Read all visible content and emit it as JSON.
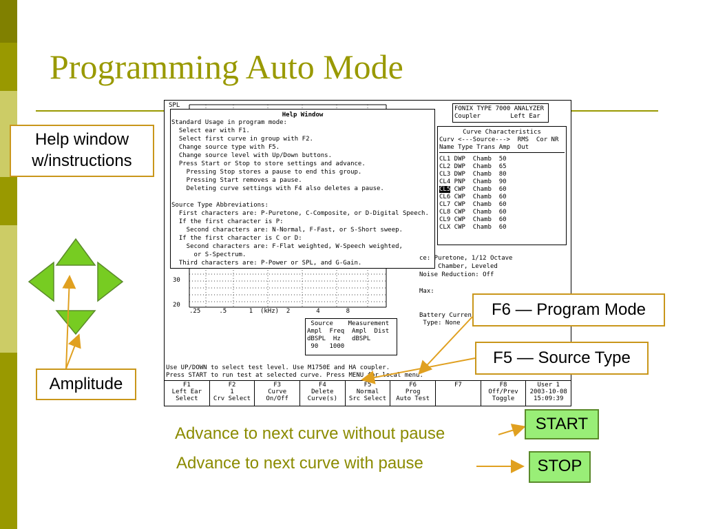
{
  "slide": {
    "title": "Programming Auto Mode",
    "bar_colors": [
      "#808000",
      "#999900",
      "#cccc66",
      "#999900",
      "#cccc66",
      "#999900"
    ]
  },
  "screen": {
    "spl_label": "SPL",
    "analyzer": {
      "line1": "FONIX TYPE 7000 ANALYZER",
      "line2": "Coupler        Left Ear"
    },
    "help": {
      "title": "Help Window",
      "lines": [
        "Standard Usage in program mode:",
        "  Select ear with F1.",
        "  Select first curve in group with F2.",
        "  Change source type with F5.",
        "  Change source level with Up/Down buttons.",
        "  Press Start or Stop to store settings and advance.",
        "    Pressing Stop stores a pause to end this group.",
        "    Pressing Start removes a pause.",
        "    Deleting curve settings with F4 also deletes a pause.",
        "",
        "Source Type Abbreviations:",
        "  First characters are: P-Puretone, C-Composite, or D-Digital Speech.",
        "  If the first character is P:",
        "    Second characters are: N-Normal, F-Fast, or S-Short sweep.",
        "  If the first character is C or D:",
        "    Second characters are: F-Flat weighted, W-Speech weighted,",
        "      or S-Spectrum.",
        "  Third characters are: P-Power or SPL, and G-Gain."
      ]
    },
    "curves": {
      "title": "Curve Characteristics",
      "head1": "Curv <---Source--->  RMS  Cor NR",
      "head2": "Name Type Trans Amp  Out",
      "rows": [
        {
          "name": "CL1",
          "rest": " DWP  Chamb  50"
        },
        {
          "name": "CL2",
          "rest": " DWP  Chamb  65"
        },
        {
          "name": "CL3",
          "rest": " DWP  Chamb  80"
        },
        {
          "name": "CL4",
          "rest": " PNP  Chamb  90"
        },
        {
          "name": "CL5",
          "rest": " CWP  Chamb  60"
        },
        {
          "name": "CL6",
          "rest": " CWP  Chamb  60"
        },
        {
          "name": "CL7",
          "rest": " CWP  Chamb  60"
        },
        {
          "name": "CL8",
          "rest": " CWP  Chamb  60"
        },
        {
          "name": "CL9",
          "rest": " CWP  Chamb  60"
        },
        {
          "name": "CLX",
          "rest": " CWP  Chamb  60"
        }
      ]
    },
    "info": {
      "line1": "ce: Puretone, 1/12 Octave",
      "line2": "     Chamber, Leveled",
      "line3": "Noise Reduction: Off",
      "line4": "Max:",
      "line5": "Battery Curren",
      "line6": " Type: None"
    },
    "graph": {
      "y30": "30",
      "y20": "20",
      "xticks": ".25     .5      1  (kHz)  2       4       8"
    },
    "source_box": {
      "l1": " Source    Measurement",
      "l2": "Ampl  Freq  Ampl  Dist",
      "l3": "dBSPL  Hz   dBSPL",
      "l4": " 90   1000"
    },
    "status1": "Use UP/DOWN to select test level. Use M1750E and HA coupler.",
    "status2": "Press START to run test at selected curve. Press MENU for local menu.",
    "fkeys": [
      {
        "l1": "F1",
        "l2": "Left Ear",
        "l3": "Select"
      },
      {
        "l1": "F2",
        "l2": "1",
        "l3": "Crv Select"
      },
      {
        "l1": "F3",
        "l2": "Curve",
        "l3": "On/Off"
      },
      {
        "l1": "F4",
        "l2": "Delete",
        "l3": "Curve(s)"
      },
      {
        "l1": "F5",
        "l2": "Normal",
        "l3": "Src Select"
      },
      {
        "l1": "F6",
        "l2": "Prog",
        "l3": "Auto Test"
      },
      {
        "l1": "F7",
        "l2": "",
        "l3": ""
      },
      {
        "l1": "F8",
        "l2": "Off/Prev",
        "l3": "Toggle"
      },
      {
        "l1": "User 1",
        "l2": "2003-10-08",
        "l3": "15:09:39"
      }
    ]
  },
  "callouts": {
    "help": "Help window w/instructions",
    "amplitude": "Amplitude",
    "f6": "F6 — Program Mode",
    "f5": "F5 — Source Type",
    "start": "START",
    "stop": "STOP",
    "note_start": "Advance to next curve without pause",
    "note_stop": "Advance to next curve with pause"
  },
  "colors": {
    "accent": "#999900",
    "callout_border": "#c9961a",
    "arrow_green": "#77cc22",
    "button_green": "#99ee77"
  }
}
